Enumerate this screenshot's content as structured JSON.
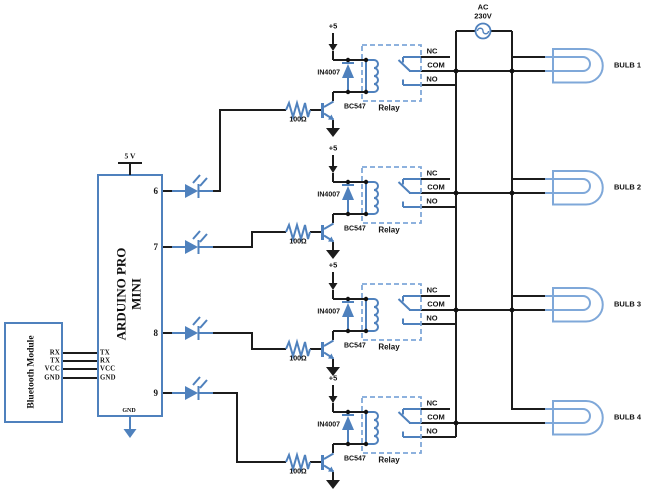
{
  "ac_source": {
    "line1": "AC",
    "line2": "230V"
  },
  "bluetooth": {
    "title": "Bluetooth Module",
    "pins": [
      "RX",
      "TX",
      "VCC",
      "GND"
    ]
  },
  "arduino": {
    "title": "ARDUINO PRO MINI",
    "power": "5 V",
    "ground": "GND",
    "digital_pins": [
      "6",
      "7",
      "8",
      "9"
    ],
    "serial_pins": [
      "TX",
      "RX",
      "VCC",
      "GND"
    ]
  },
  "relay_blocks": [
    {
      "supply": "+5",
      "diode": "IN4007",
      "transistor": "BC547",
      "resistor": "100Ω",
      "label": "Relay",
      "nc": "NC",
      "com": "COM",
      "no": "NO"
    },
    {
      "supply": "+5",
      "diode": "IN4007",
      "transistor": "BC547",
      "resistor": "100Ω",
      "label": "Relay",
      "nc": "NC",
      "com": "COM",
      "no": "NO"
    },
    {
      "supply": "+5",
      "diode": "IN4007",
      "transistor": "BC547",
      "resistor": "100Ω",
      "label": "Relay",
      "nc": "NC",
      "com": "COM",
      "no": "NO"
    },
    {
      "supply": "+5",
      "diode": "IN4007",
      "transistor": "BC547",
      "resistor": "100Ω",
      "label": "Relay",
      "nc": "NC",
      "com": "COM",
      "no": "NO"
    }
  ],
  "bulbs": [
    "BULB 1",
    "BULB 2",
    "BULB 3",
    "BULB 4"
  ],
  "colors": {
    "symbol_blue": "#4f81bd",
    "light_blue": "#7fa8d9",
    "wire": "#1c1c1c"
  }
}
